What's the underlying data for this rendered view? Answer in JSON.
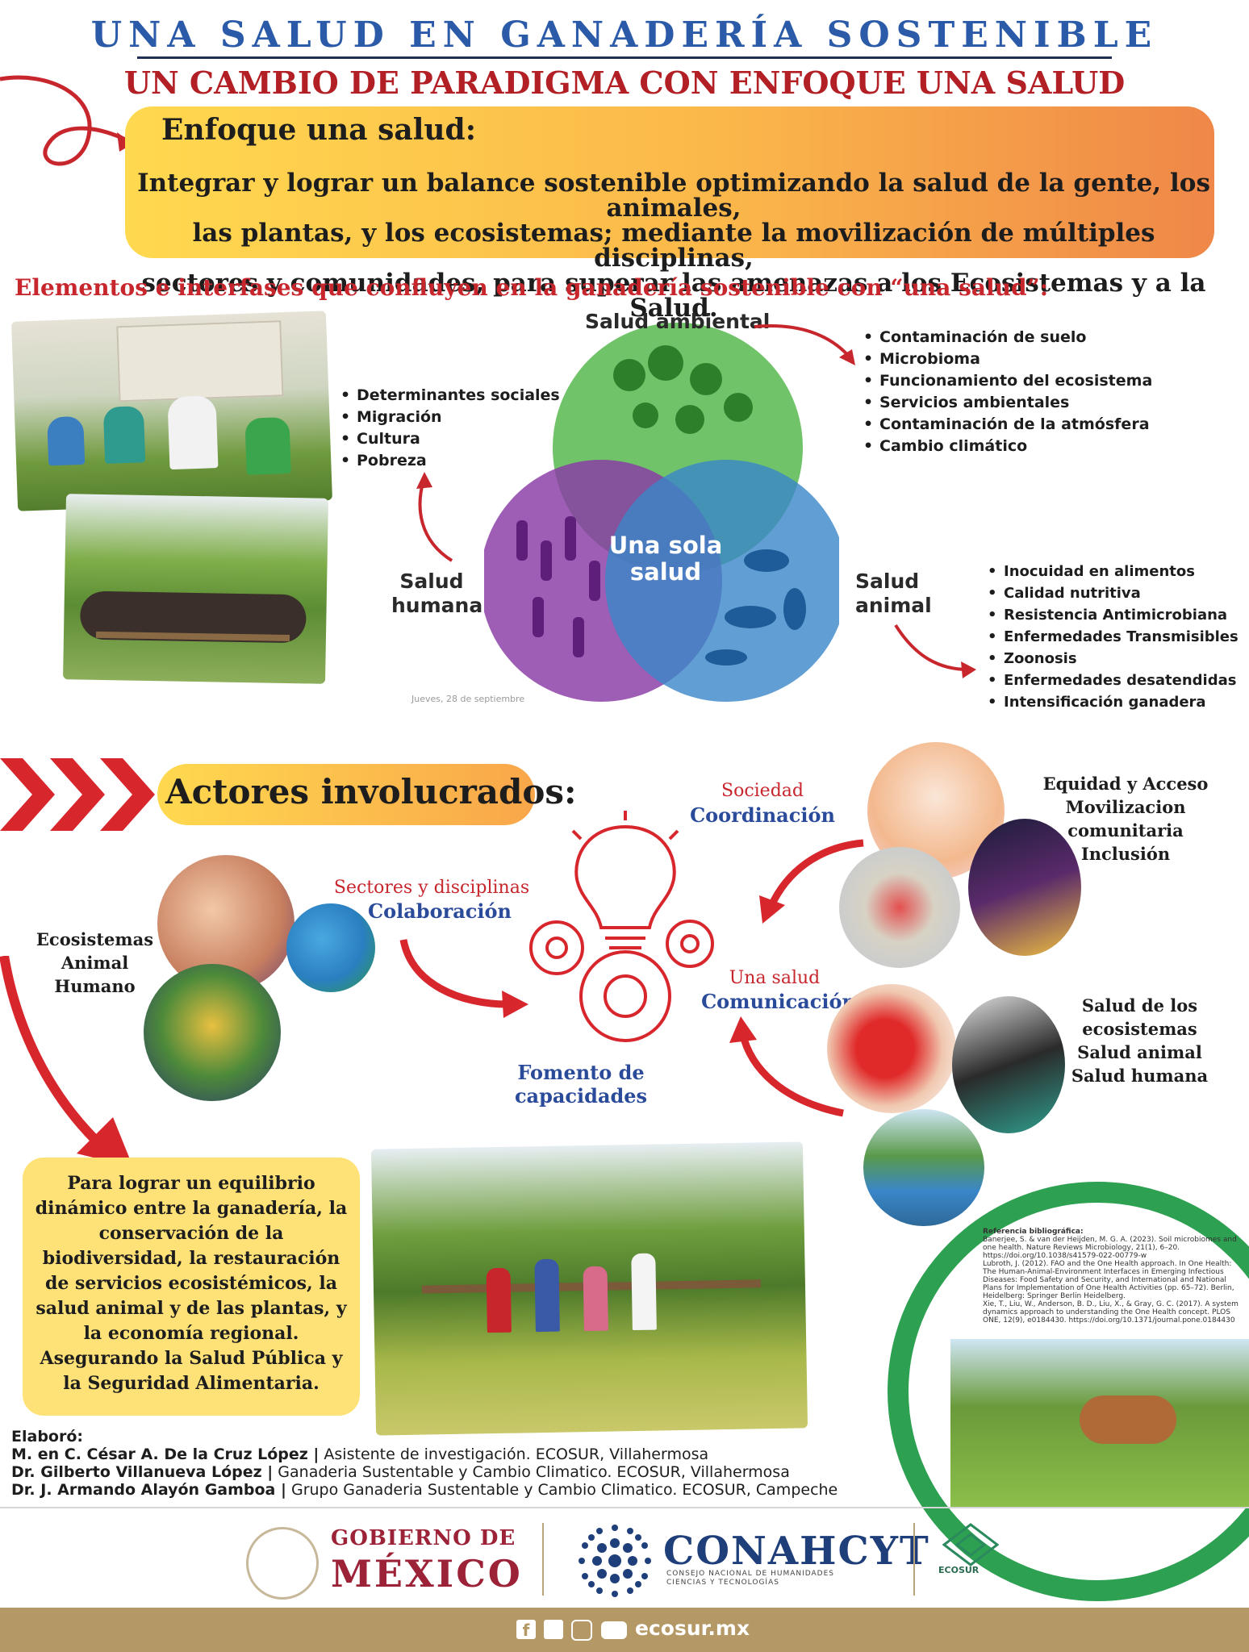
{
  "header": {
    "title": "UNA SALUD EN GANADERÍA SOSTENIBLE",
    "subtitle": "UN CAMBIO DE PARADIGMA CON ENFOQUE UNA SALUD"
  },
  "enfoque": {
    "title": "Enfoque una salud:",
    "line1": "Integrar y lograr un balance sostenible optimizando la salud de la gente, los animales,",
    "line2": "las plantas, y los ecosistemas; mediante la movilización de múltiples disciplinas,",
    "line3": "sectores y comunidades, para superar las amenazas a los Ecosistemas y a la Salud."
  },
  "elementos": {
    "title": "Elementos e interfases que confluyen en la ganadería sostenible con “una salud”:",
    "salud_ambiental": "Salud ambiental",
    "salud_humana_1": "Salud",
    "salud_humana_2": "humana",
    "salud_animal_1": "Salud",
    "salud_animal_2": "animal",
    "centro_1": "Una sola",
    "centro_2": "salud",
    "venn_date": "Jueves, 28 de septiembre",
    "ambiental_items": [
      "Contaminación de suelo",
      "Microbioma",
      "Funcionamiento del ecosistema",
      "Servicios ambientales",
      "Contaminación de la atmósfera",
      "Cambio climático"
    ],
    "humana_items": [
      "Determinantes sociales",
      "Migración",
      "Cultura",
      "Pobreza"
    ],
    "animal_items": [
      "Inocuidad en alimentos",
      "Calidad nutritiva",
      "Resistencia Antimicrobiana",
      "Enfermedades Transmisibles",
      "Zoonosis",
      "Enfermedades desatendidas",
      "Intensificación ganadera"
    ]
  },
  "actores": {
    "title": "Actores involucrados:",
    "sociedad": "Sociedad",
    "coordinacion": "Coordinación",
    "sectores": "Sectores y disciplinas",
    "colaboracion": "Colaboración",
    "una_salud": "Una salud",
    "comunicacion": "Comunicación",
    "fomento": "Fomento de capacidades",
    "equidad_1": "Equidad y Acceso",
    "equidad_2": "Movilizacion comunitaria",
    "equidad_3": "Inclusión",
    "ecosistemas_1": "Ecosistemas",
    "ecosistemas_2": "Animal",
    "ecosistemas_3": "Humano",
    "salud_eco_1": "Salud de los ecosistemas",
    "salud_eco_2": "Salud animal",
    "salud_eco_3": "Salud humana"
  },
  "summary": {
    "text": "Para lograr un equilibrio dinámico entre la ganadería, la conservación de la biodiversidad, la restauración de servicios ecosistémicos, la salud animal y de las plantas, y la economía regional. Asegurando la Salud Pública y la Seguridad Alimentaria."
  },
  "references": {
    "title": "Referencia bibliográfica:",
    "ref1": "Banerjee, S. & van der Heijden, M. G. A. (2023). Soil microbiomes and one health. Nature Reviews Microbiology, 21(1), 6–20. https://doi.org/10.1038/s41579-022-00779-w",
    "ref2": "Lubroth, J. (2012). FAO and the One Health approach. In One Health: The Human-Animal-Environment Interfaces in Emerging Infectious Diseases: Food Safety and Security, and International and National Plans for Implementation of One Health Activities (pp. 65–72). Berlin, Heidelberg: Springer Berlin Heidelberg.",
    "ref3": "Xie, T., Liu, W., Anderson, B. D., Liu, X., & Gray, G. C. (2017). A system dynamics approach to understanding the One Health concept. PLOS ONE, 12(9), e0184430. https://doi.org/10.1371/journal.pone.0184430"
  },
  "credits": {
    "label": "Elaboró:",
    "author1_name": "M. en C. César A. De la Cruz López |",
    "author1_role": " Asistente de investigación. ECOSUR, Villahermosa",
    "author2_name": "Dr. Gilberto Villanueva López |",
    "author2_role": " Ganaderia Sustentable y Cambio Climatico. ECOSUR, Villahermosa",
    "author3_name": "Dr. J. Armando Alayón Gamboa |",
    "author3_role": " Grupo Ganaderia Sustentable y Cambio Climatico. ECOSUR, Campeche"
  },
  "footer": {
    "gob_line1": "GOBIERNO DE",
    "gob_line2": "MÉXICO",
    "conahcyt": "CONAHCYT",
    "conahcyt_sub": "CONSEJO NACIONAL DE HUMANIDADES CIENCIAS Y TECNOLOGÍAS",
    "ecosur": "ECOSUR",
    "website": "ecosur.mx",
    "icons": [
      "facebook-icon",
      "twitter-icon",
      "instagram-icon",
      "youtube-icon"
    ]
  },
  "colors": {
    "title_blue": "#2a5aa8",
    "title_red": "#b21f24",
    "accent_red": "#c8262d",
    "venn_green": "#4fb24a",
    "venn_purple": "#8a3aa6",
    "venn_blue": "#3a86c8",
    "footer_gold": "#b49865",
    "gob_maroon": "#9c2238"
  }
}
